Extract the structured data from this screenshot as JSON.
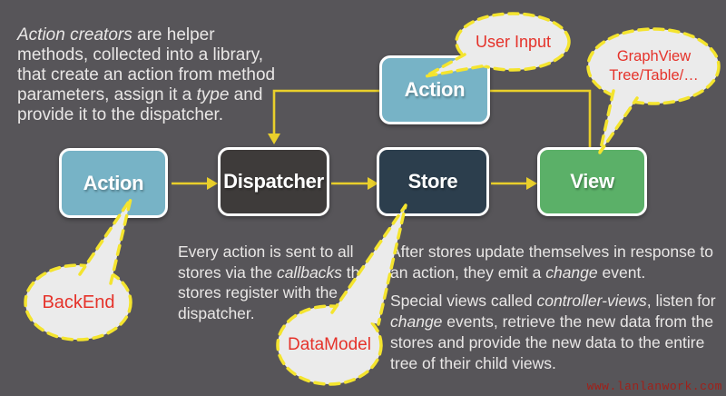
{
  "diagram": {
    "boxes": {
      "action_top": {
        "label": "Action",
        "color": "#77b3c6"
      },
      "action": {
        "label": "Action",
        "color": "#77b3c6"
      },
      "dispatcher": {
        "label": "Dispatcher",
        "color": "#3e3b3a"
      },
      "store": {
        "label": "Store",
        "color": "#2c3e4d"
      },
      "view": {
        "label": "View",
        "color": "#5bb068"
      }
    },
    "callouts": {
      "user_input": {
        "label": "User Input"
      },
      "graphview": {
        "line1": "GraphView",
        "line2": "Tree/Table/…"
      },
      "backend": {
        "label": "BackEnd"
      },
      "datamodel": {
        "label": "DataModel"
      }
    },
    "colors": {
      "background": "#575559",
      "connector_yellow": "#e9cf2b",
      "callout_border_yellow": "#f4e42e",
      "callout_fill": "#ebebeb",
      "callout_text_red": "#e5322a",
      "box_border_white": "#ffffff",
      "body_text": "#e9e7e6",
      "watermark_red": "#a02019"
    }
  },
  "texts": {
    "intro": {
      "lines": [
        {
          "it": "Action creators",
          "post": " are helper"
        },
        {
          "pre": "methods, collected into a library,"
        },
        {
          "pre": "that create an action from method"
        },
        {
          "pre": "parameters, assign it a ",
          "it": "type",
          "post": " and"
        },
        {
          "pre": "provide it to the dispatcher."
        }
      ]
    },
    "every_action": {
      "lines": [
        {
          "pre": "Every action is sent to all"
        },
        {
          "pre": "stores via the ",
          "it": "callbacks",
          "post": " the"
        },
        {
          "pre": "stores register with the"
        },
        {
          "pre": "dispatcher."
        }
      ]
    },
    "after_stores": {
      "lines": [
        {
          "pre": "After stores update themselves in response to"
        },
        {
          "pre": "an action, they emit a ",
          "it": "change",
          "post": " event."
        }
      ]
    },
    "special_views": {
      "lines": [
        {
          "pre": "Special views called ",
          "it": "controller-views",
          "post": ", listen for"
        },
        {
          "it": "change",
          "post": " events, retrieve the new data from the"
        },
        {
          "pre": "stores and provide the new data to the entire"
        },
        {
          "pre": "tree of their child views."
        }
      ]
    }
  },
  "watermark": {
    "text": "www.lanlanwork.com"
  }
}
